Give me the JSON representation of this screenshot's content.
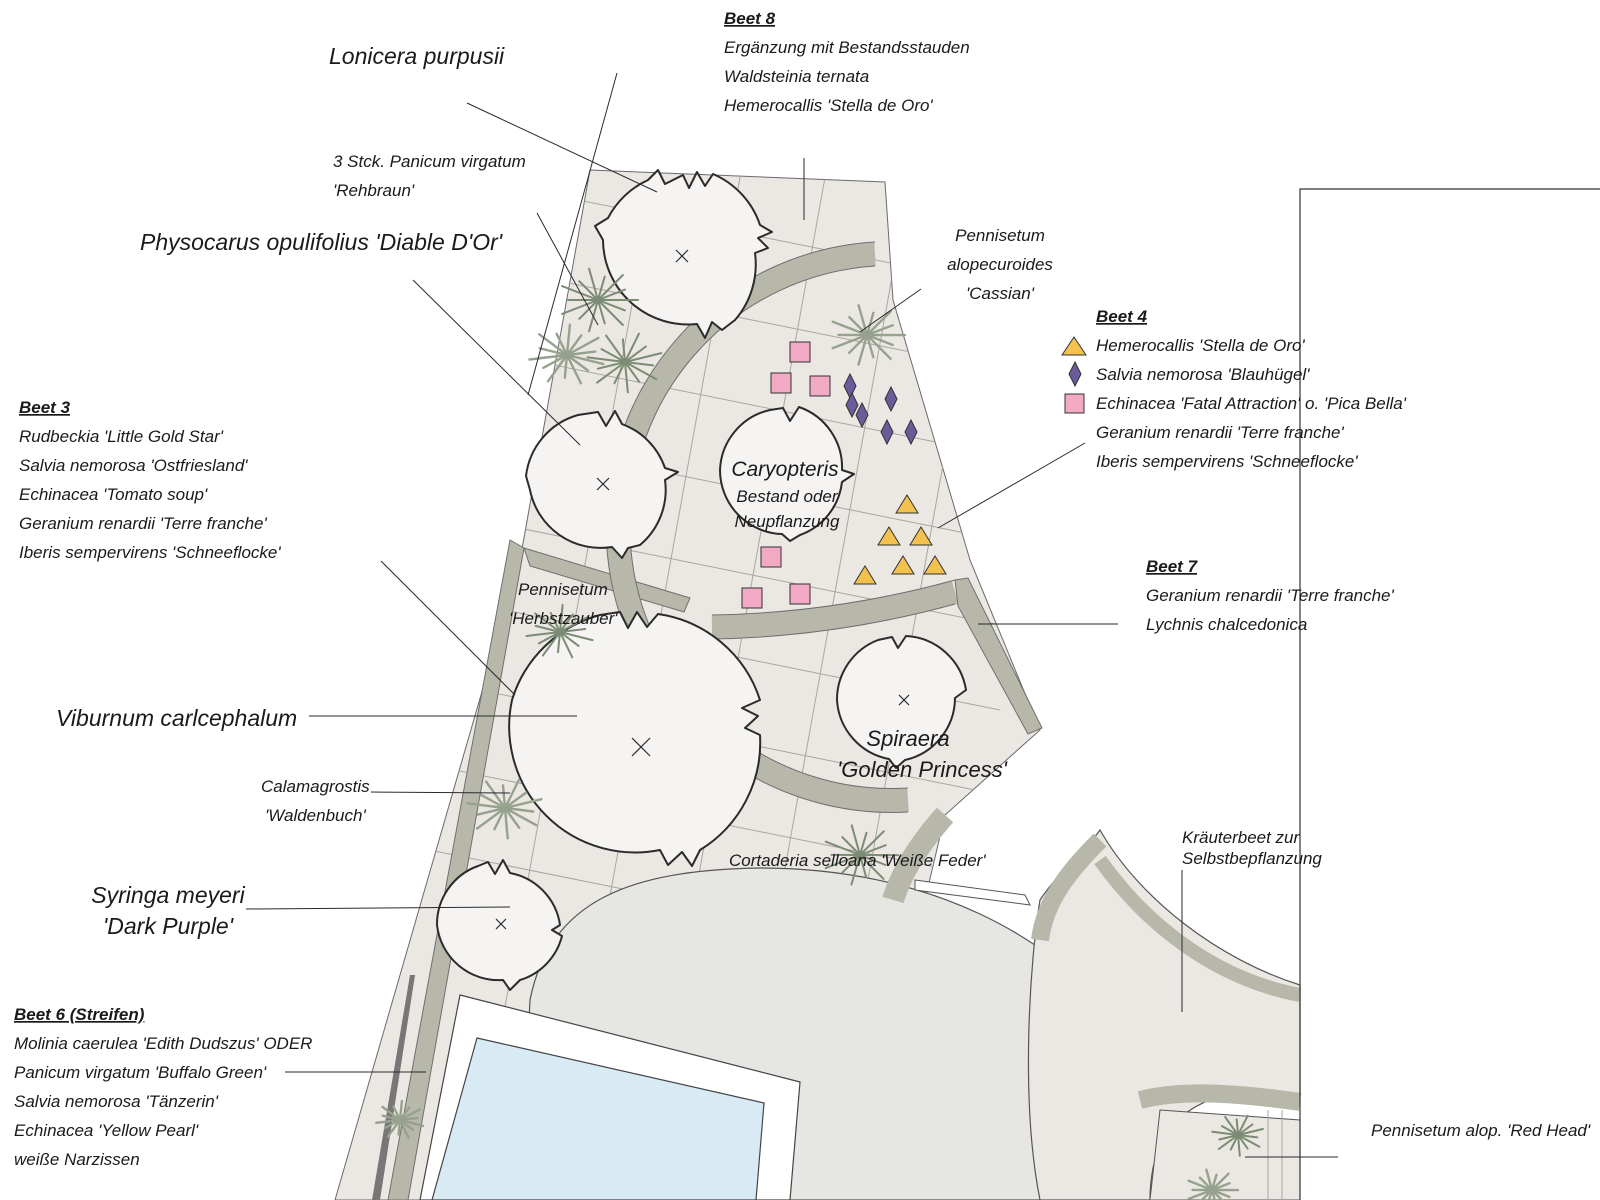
{
  "colors": {
    "triangle_fill": "#f2c14e",
    "diamond_fill": "#6b5b9a",
    "square_fill": "#f2a9c4",
    "water_fill": "#d8ebf5",
    "paving_fill": "#ebe7e3",
    "lawn_fill": "#e6e7e3",
    "border_stripe": "#b7b8a9"
  },
  "plants": {
    "lonicera": "Lonicera purpusii",
    "panicum_line1": "3 Stck. Panicum virgatum",
    "panicum_line2": "'Rehbraun'",
    "physocarpus": "Physocarus opulifolius 'Diable D'Or'",
    "pennisetum_cassian_1": "Pennisetum",
    "pennisetum_cassian_2": "alopecuroides",
    "pennisetum_cassian_3": "'Cassian'",
    "caryopteris_1": "Caryopteris",
    "caryopteris_2": "Bestand oder",
    "caryopteris_3": "Neupflanzung",
    "pennisetum_herbst_1": "Pennisetum",
    "pennisetum_herbst_2": "'Herbstzauber'",
    "viburnum": "Viburnum carlcephalum",
    "calamagrostis_1": "Calamagrostis",
    "calamagrostis_2": "'Waldenbuch'",
    "spiraea_1": "Spiraera",
    "spiraea_2": "'Golden Princess'",
    "cortaderia": "Cortaderia selloana 'Weiße  Feder'",
    "syringa_1": "Syringa meyeri",
    "syringa_2": "'Dark Purple'",
    "kraeuter_1": "Kräuterbeet zur",
    "kraeuter_2": "Selbstbepflanzung",
    "red_head": "Pennisetum alop. 'Red Head'"
  },
  "beds": {
    "beet8": {
      "title": "Beet 8",
      "items": [
        "Ergänzung mit Bestandsstauden",
        "Waldsteinia ternata",
        "Hemerocallis 'Stella de Oro'"
      ]
    },
    "beet4": {
      "title": "Beet 4",
      "items": [
        "Hemerocallis 'Stella de Oro'",
        "Salvia nemorosa 'Blauhügel'",
        "Echinacea 'Fatal Attraction' o. 'Pica Bella'",
        "Geranium renardii  'Terre franche'",
        "Iberis sempervirens 'Schneeflocke'"
      ]
    },
    "beet3": {
      "title": "Beet 3",
      "items": [
        "Rudbeckia 'Little Gold Star'",
        "Salvia nemorosa 'Ostfriesland'",
        "Echinacea 'Tomato soup'",
        "Geranium renardii  'Terre franche'",
        "Iberis sempervirens 'Schneeflocke'"
      ]
    },
    "beet7": {
      "title": "Beet 7",
      "items": [
        "Geranium renardii 'Terre franche'",
        "Lychnis chalcedonica"
      ]
    },
    "beet6": {
      "title": "Beet 6 (Streifen)",
      "items": [
        "Molinia caerulea 'Edith Dudszus' ODER",
        "Panicum virgatum 'Buffalo Green'",
        "Salvia nemorosa 'Tänzerin'",
        "Echinacea 'Yellow Pearl'",
        "weiße Narzissen"
      ]
    }
  }
}
